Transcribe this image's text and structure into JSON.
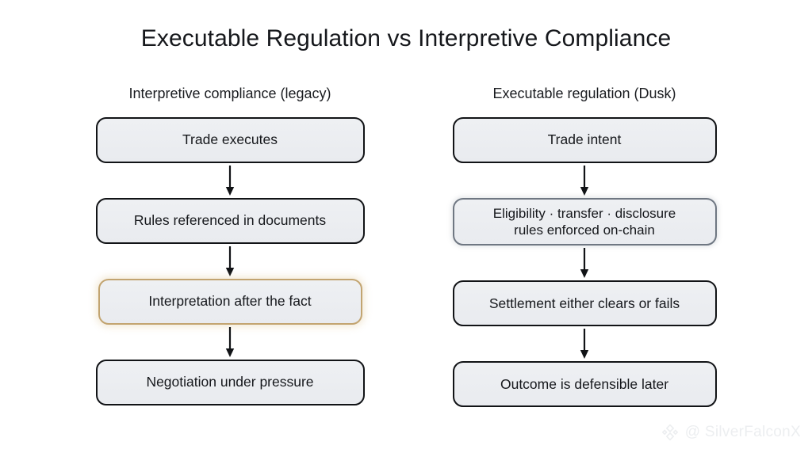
{
  "title": "Executable Regulation vs Interpretive Compliance",
  "columns": [
    {
      "header": "Interpretive compliance (legacy)",
      "nodes": [
        {
          "label": "Trade executes",
          "style": "default"
        },
        {
          "label": "Rules referenced in documents",
          "style": "default"
        },
        {
          "label": "Interpretation after the fact",
          "style": "highlight-amber"
        },
        {
          "label": "Negotiation under pressure",
          "style": "default"
        }
      ]
    },
    {
      "header": "Executable regulation (Dusk)",
      "nodes": [
        {
          "label": "Trade intent",
          "style": "default"
        },
        {
          "label": "Eligibility · transfer · disclosure rules enforced on-chain",
          "line1": "Eligibility · transfer · disclosure",
          "line2": "rules enforced on-chain",
          "style": "highlight-slate"
        },
        {
          "label": "Settlement either clears or fails",
          "style": "default"
        },
        {
          "label": "Outcome is defensible later",
          "style": "default"
        }
      ]
    }
  ],
  "watermark": {
    "handle": "@ SilverFalconX",
    "logo": "diamond-logo-icon"
  },
  "colors": {
    "node_border": "#111316",
    "node_fill": "#eef0f3",
    "highlight_amber": "#c2a470",
    "highlight_slate": "#6f7782",
    "text": "#16181c",
    "background": "#ffffff",
    "watermark": "#eceef0"
  }
}
